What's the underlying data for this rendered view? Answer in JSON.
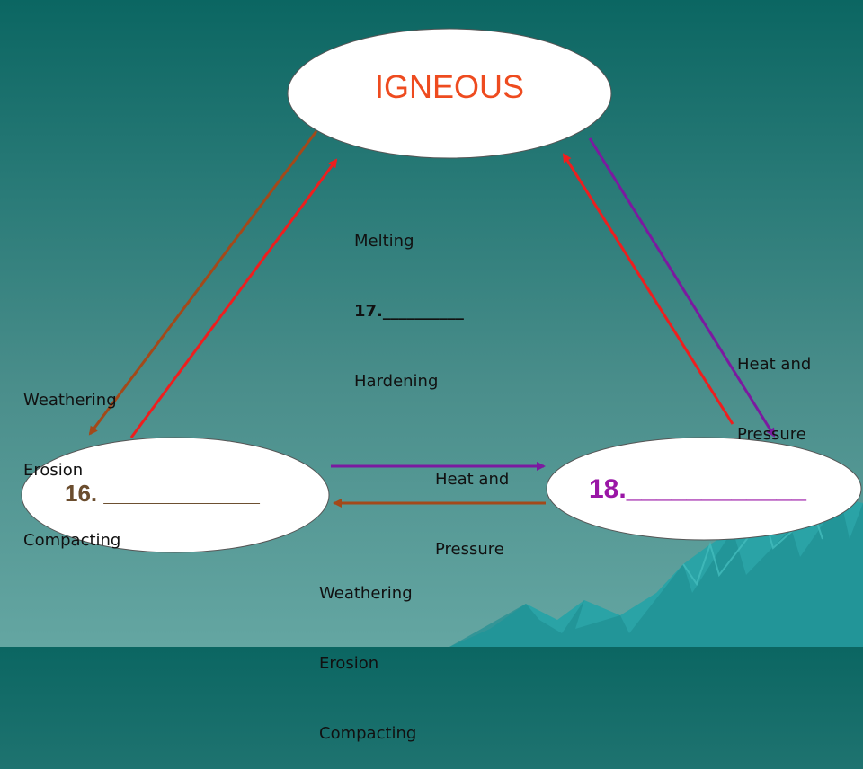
{
  "nodes": {
    "igneous": {
      "label": "IGNEOUS",
      "color": "#ee4b1f"
    },
    "sedimentary": {
      "label": "16. ____________",
      "color": "#6b4d2e"
    },
    "metamorphic": {
      "label": "18.____________",
      "color": "#9a16a6"
    }
  },
  "labels": {
    "melting_block": {
      "line1": "Melting",
      "line2": "17.__________",
      "line3": "Hardening"
    },
    "left_arrows": {
      "line1": "Weathering",
      "line2": "Erosion",
      "line3": "Compacting"
    },
    "right_arrows": {
      "line1": "Heat and",
      "line2": "Pressure"
    },
    "bottom_top_arrow": {
      "line1": "Heat and",
      "line2": "Pressure"
    },
    "bottom_arrow": {
      "line1": "Weathering",
      "line2": "Erosion",
      "line3": "Compacting"
    }
  },
  "colors": {
    "red_arrow": "#ee1e1e",
    "brown_arrow": "#a3491a",
    "purple_arrow": "#7b1aa0",
    "ellipse_fill": "#ffffff",
    "mountain": "#2aa3a6"
  }
}
